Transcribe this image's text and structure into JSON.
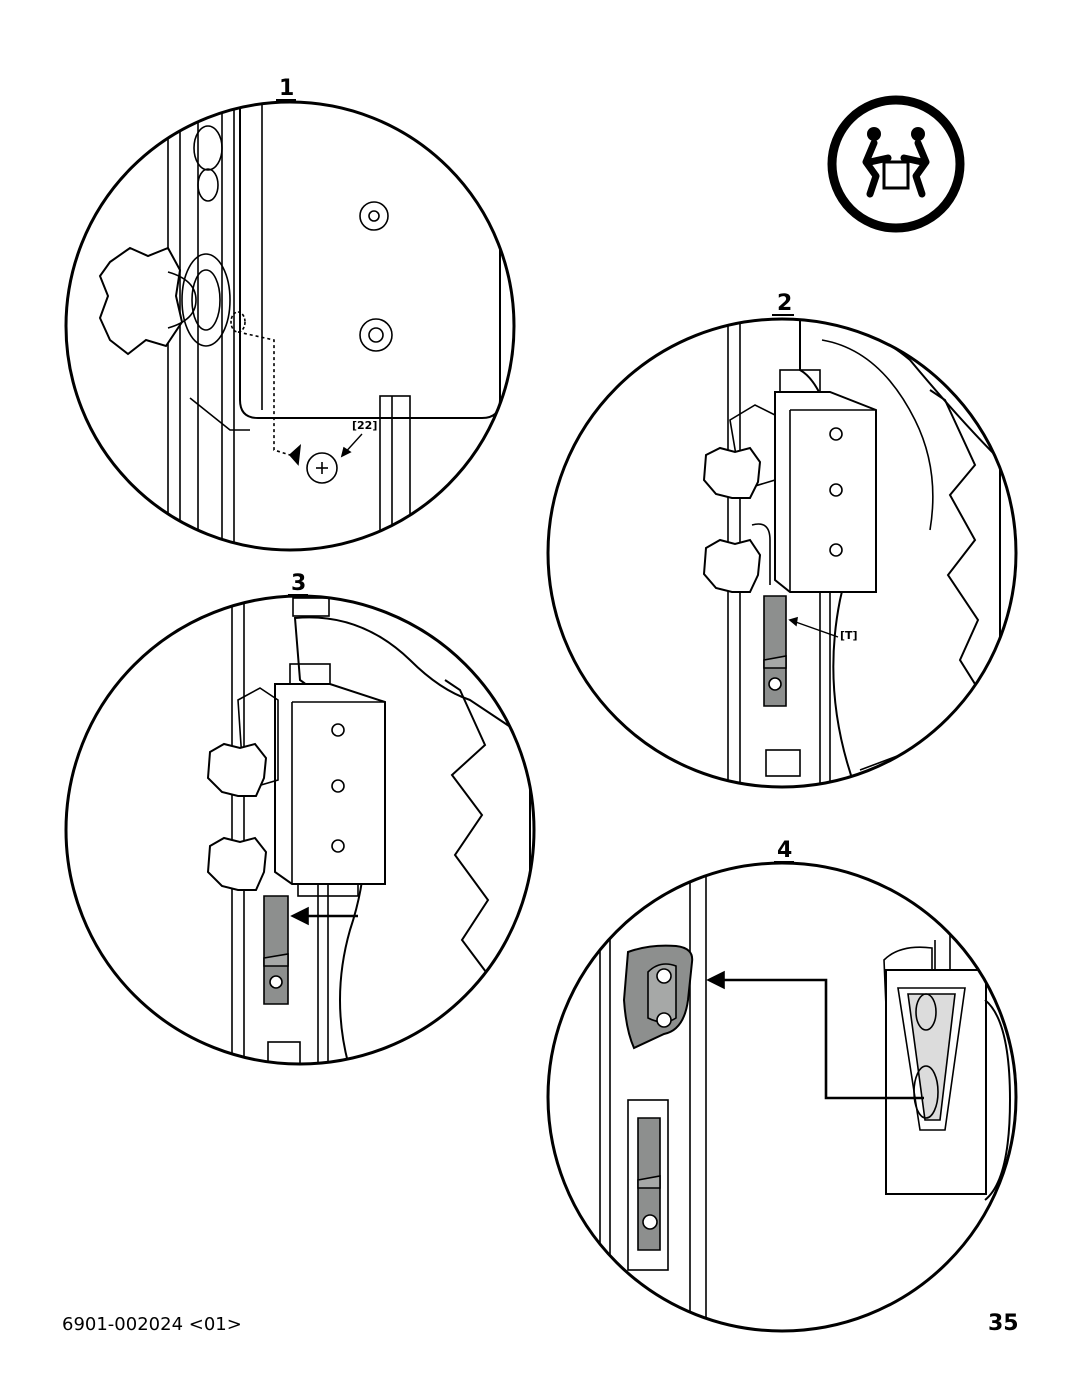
{
  "steps": [
    {
      "number": "1",
      "callouts": [
        "[22]"
      ]
    },
    {
      "number": "2",
      "callouts": [
        "[T]"
      ]
    },
    {
      "number": "3",
      "callouts": []
    },
    {
      "number": "4",
      "callouts": []
    }
  ],
  "icons": {
    "lift_warning": "two-person-lift-icon"
  },
  "footer": {
    "doc_code": "6901-002024 <01>",
    "page_number": "35"
  }
}
